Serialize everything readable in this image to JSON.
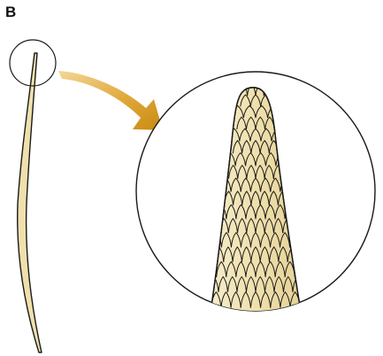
{
  "figure": {
    "panel_label": "B",
    "colors": {
      "hair_fill": "#eedfaa",
      "hair_fill_light": "#f6ecc8",
      "outline": "#1a1a1a",
      "arrow_light": "#f2c97a",
      "arrow_dark": "#c98a12"
    },
    "icons": [
      "hair-strand",
      "magnifier-circle",
      "zoom-arrow",
      "hair-tip-cuticle-scales"
    ]
  }
}
